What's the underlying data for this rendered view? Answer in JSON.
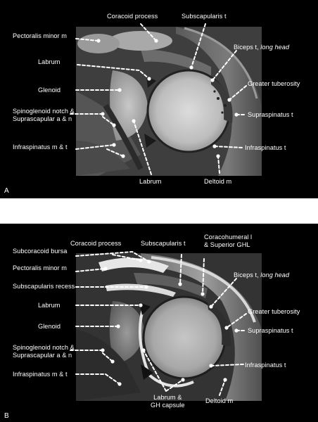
{
  "panelA": {
    "letter": "A",
    "labels": {
      "coracoid": "Coracoid process",
      "subscap": "Subscapularis t",
      "pecminor": "Pectoralis minor m",
      "biceps_main": "Biceps t, ",
      "biceps_italic": "long head",
      "labrum_top": "Labrum",
      "greater_tub": "Greater tuberosity",
      "glenoid": "Glenoid",
      "spino_l1": "Spinoglenoid notch &",
      "spino_l2": "Suprascapular a & n",
      "supraspin": "Supraspinatus t",
      "infra_mt": "Infraspinatus m & t",
      "infra_t": "Infraspinatus t",
      "labrum_bottom": "Labrum",
      "deltoid": "Deltoid m"
    }
  },
  "panelB": {
    "letter": "B",
    "labels": {
      "coracoid": "Coracoid process",
      "subscap": "Subscapularis t",
      "coracohum_l1": "Coracohumeral l",
      "coracohum_l2": "& Superior GHL",
      "subcor_bursa": "Subcoracoid bursa",
      "biceps_main": "Biceps t, ",
      "biceps_italic": "long head",
      "pecminor": "Pectoralis minor m",
      "subscap_recess": "Subscapularis recess",
      "greater_tub": "Greater tuberosity",
      "labrum": "Labrum",
      "glenoid": "Glenoid",
      "supraspin": "Supraspinatus t",
      "spino_l1": "Spinoglenoid notch &",
      "spino_l2": "Suprascapular a & n",
      "infra_t": "Infraspinatus t",
      "infra_mt": "Infraspinatus m & t",
      "labrum_gh_l1": "Labrum &",
      "labrum_gh_l2": "GH capsule",
      "deltoid": "Deltoid m"
    }
  }
}
